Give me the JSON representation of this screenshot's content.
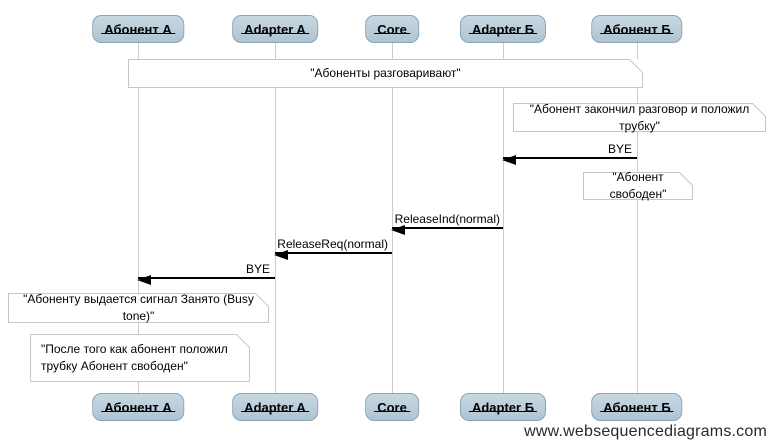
{
  "actors": [
    {
      "label": "Абонент А"
    },
    {
      "label": "Adapter A"
    },
    {
      "label": "Core"
    },
    {
      "label": "Adapter Б"
    },
    {
      "label": "Абонент Б"
    }
  ],
  "notes": [
    {
      "text": "\"Абоненты разговаривают\""
    },
    {
      "text": "\"Абонент закончил разговор и положил трубку\""
    },
    {
      "text": "\"Абонент свободен\""
    },
    {
      "text": "\"Абоненту выдается сигнал Занято (Busy tone)\""
    },
    {
      "text": "\"После того как абонент положил трубку Абонент свободен\""
    }
  ],
  "messages": [
    {
      "label": "BYE"
    },
    {
      "label": "ReleaseInd(normal)"
    },
    {
      "label": "ReleaseReq(normal)"
    },
    {
      "label": "BYE"
    }
  ],
  "watermark": "www.websequencediagrams.com"
}
